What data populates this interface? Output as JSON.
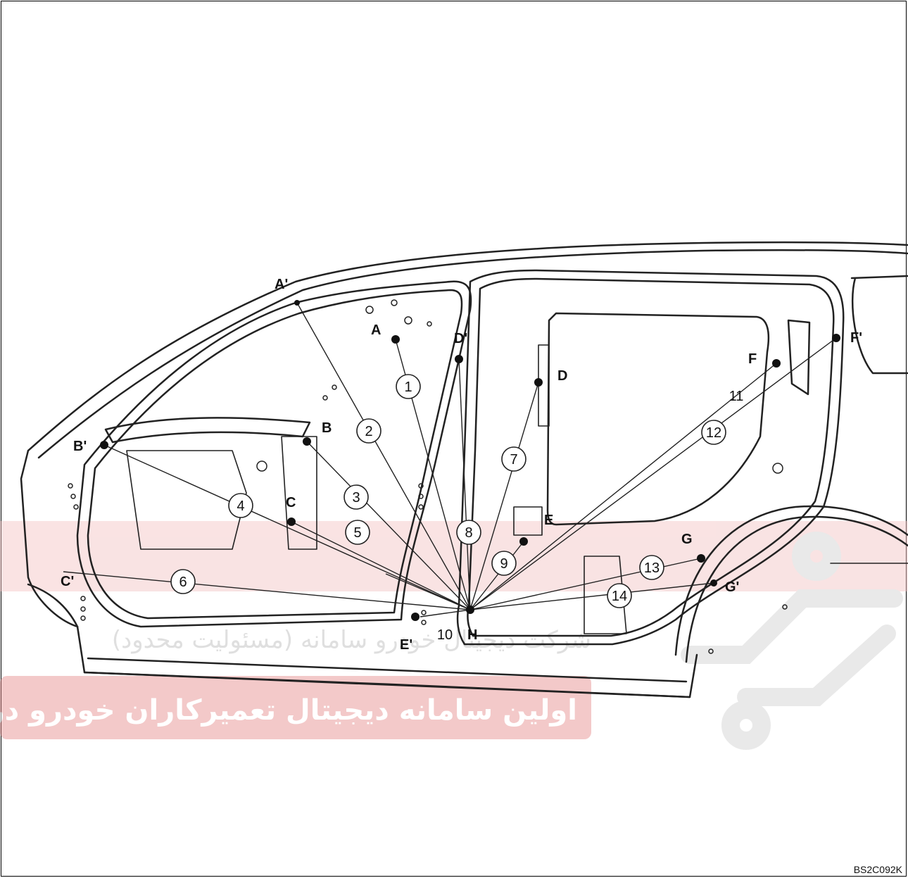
{
  "figure_code": "BS2C092K",
  "watermark": {
    "line1": "شرکت دیجیتال خودرو سامانه (مسئولیت محدود)",
    "line2": "اولین سامانه دیجیتال تعمیرکاران خودرو در ایران",
    "color": "#e06b6b"
  },
  "points": {
    "A": "A",
    "A_prime": "A'",
    "B": "B",
    "B_prime": "B'",
    "C": "C",
    "C_prime": "C'",
    "D": "D",
    "D_prime": "D'",
    "E": "E",
    "E_prime": "E'",
    "F": "F",
    "F_prime": "F'",
    "G": "G",
    "G_prime": "G'",
    "H": "H"
  },
  "callouts": [
    "1",
    "2",
    "3",
    "4",
    "5",
    "6",
    "7",
    "8",
    "9",
    "10",
    "11",
    "12",
    "13",
    "14"
  ]
}
